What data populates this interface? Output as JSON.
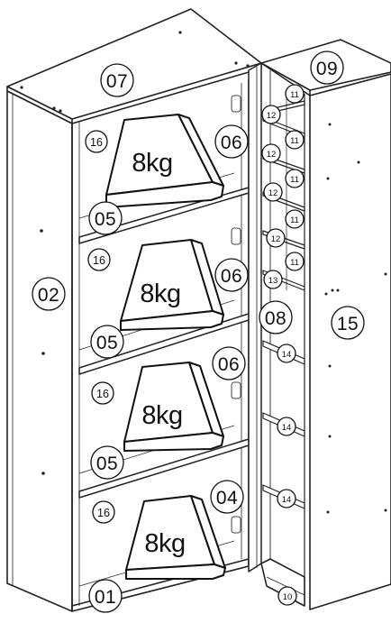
{
  "diagram": {
    "weight_text": "8kg",
    "weights": [
      {
        "text": "8kg"
      },
      {
        "text": "8kg"
      },
      {
        "text": "8kg"
      },
      {
        "text": "8kg"
      }
    ],
    "part_labels": {
      "p01": "01",
      "p02": "02",
      "p04": "04",
      "p05a": "05",
      "p05b": "05",
      "p05c": "05",
      "p06a": "06",
      "p06b": "06",
      "p06c": "06",
      "p07": "07",
      "p08": "08",
      "p09": "09",
      "p10": "10",
      "p11a": "11",
      "p11b": "11",
      "p11c": "11",
      "p11d": "11",
      "p11e": "11",
      "p12a": "12",
      "p12b": "12",
      "p12c": "12",
      "p12d": "12",
      "p13": "13",
      "p14a": "14",
      "p14b": "14",
      "p14c": "14",
      "p15": "15",
      "p16a": "16",
      "p16b": "16",
      "p16c": "16",
      "p16d": "16"
    }
  }
}
